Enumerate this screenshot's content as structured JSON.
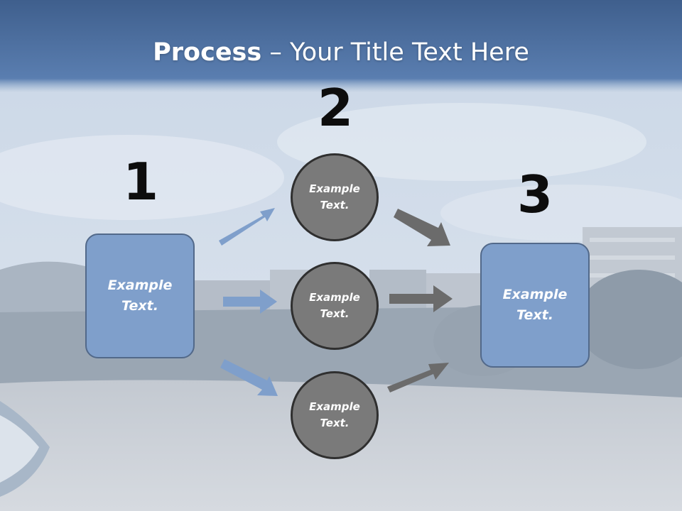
{
  "title": {
    "bold": "Process",
    "rest": " – Your Title Text Here"
  },
  "steps": [
    {
      "number": "1",
      "text": "Example Text."
    },
    {
      "number": "2",
      "texts": [
        "Example Text.",
        "Example Text.",
        "Example Text."
      ]
    },
    {
      "number": "3",
      "text": "Example Text."
    }
  ],
  "colors": {
    "box_fill": "#7f9fcb",
    "box_border": "#52698a",
    "circle_fill": "#7a7a7a",
    "circle_border": "#2f2f2f",
    "arrow_blue": "#7f9fcb",
    "arrow_gray": "#6b6b6b",
    "banner": "#4f72a3"
  }
}
